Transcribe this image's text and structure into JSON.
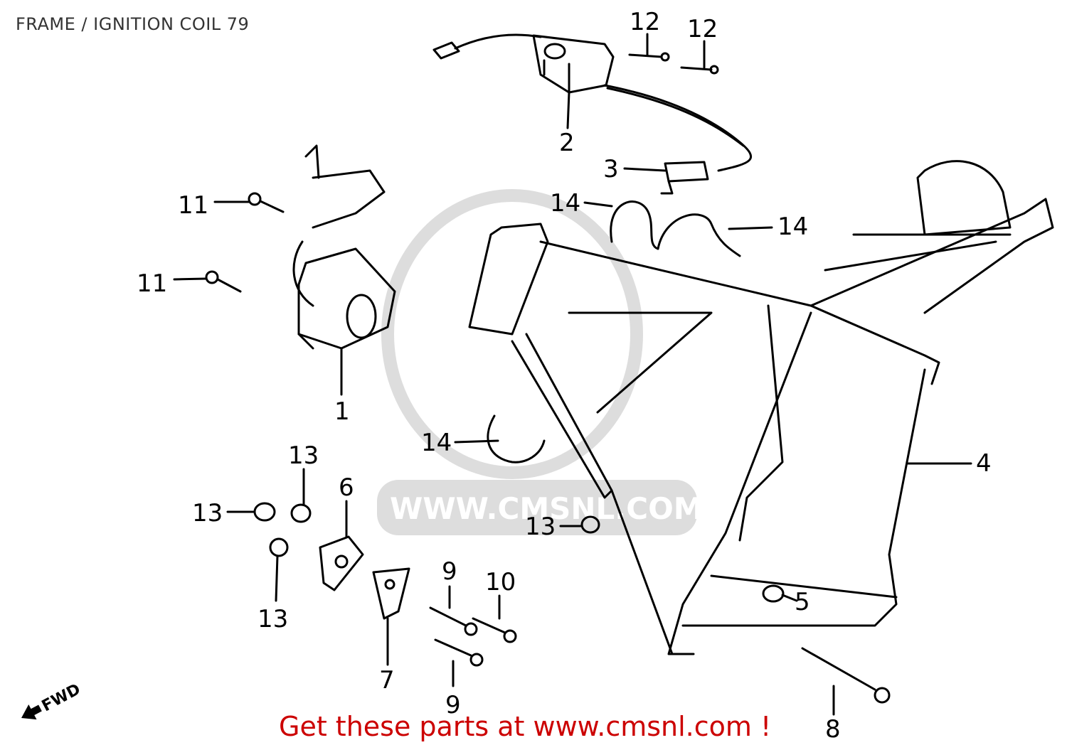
{
  "header": {
    "title": "FRAME / IGNITION COIL 79"
  },
  "footer": {
    "promo": "Get these parts at www.cmsnl.com !"
  },
  "watermark": {
    "text": "WWW.CMSNL.COM",
    "color": "#dddddd"
  },
  "direction_marker": {
    "label": "FWD"
  },
  "colors": {
    "lines": "#000000",
    "promo": "#cc0000",
    "title": "#333333"
  },
  "callouts": [
    {
      "id": "c12a",
      "label": "12"
    },
    {
      "id": "c12b",
      "label": "12"
    },
    {
      "id": "c2",
      "label": "2"
    },
    {
      "id": "c3",
      "label": "3"
    },
    {
      "id": "c14a",
      "label": "14"
    },
    {
      "id": "c14b",
      "label": "14"
    },
    {
      "id": "c11a",
      "label": "11"
    },
    {
      "id": "c11b",
      "label": "11"
    },
    {
      "id": "c1",
      "label": "1"
    },
    {
      "id": "c14c",
      "label": "14"
    },
    {
      "id": "c4",
      "label": "4"
    },
    {
      "id": "c13a",
      "label": "13"
    },
    {
      "id": "c13b",
      "label": "13"
    },
    {
      "id": "c13c",
      "label": "13"
    },
    {
      "id": "c13d",
      "label": "13"
    },
    {
      "id": "c6",
      "label": "6"
    },
    {
      "id": "c7",
      "label": "7"
    },
    {
      "id": "c9a",
      "label": "9"
    },
    {
      "id": "c9b",
      "label": "9"
    },
    {
      "id": "c10",
      "label": "10"
    },
    {
      "id": "c5",
      "label": "5"
    },
    {
      "id": "c8",
      "label": "8"
    }
  ]
}
